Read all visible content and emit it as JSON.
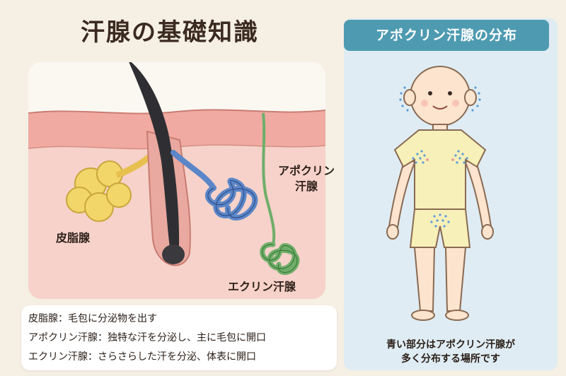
{
  "title": "汗腺の基礎知識",
  "skin_labels": {
    "sebaceous": "皮脂腺",
    "apocrine_line1": "アポクリン",
    "apocrine_line2": "汗腺",
    "eccrine": "エクリン汗腺"
  },
  "legend": [
    "皮脂腺：毛包に分泌物を出す",
    "アポクリン汗腺：独特な汗を分泌し、主に毛包に開口",
    "エクリン汗腺：さらさらした汗を分泌、体表に開口"
  ],
  "right_panel": {
    "title": "アポクリン汗腺の分布",
    "caption_line1": "青い部分はアポクリン汗腺が",
    "caption_line2": "多く分布する場所です"
  },
  "colors": {
    "skin_top": "#f3b8b0",
    "skin_body": "#f6d0c8",
    "hair": "#2f2f33",
    "sebaceous_gland": "#f2d66a",
    "apocrine_gland": "#5b86c8",
    "eccrine_gland": "#6fae6a",
    "panel_accent": "#4e9bb1"
  },
  "icons": [
    "hair-follicle",
    "sebaceous-gland",
    "apocrine-gland",
    "eccrine-gland",
    "child-figure"
  ]
}
